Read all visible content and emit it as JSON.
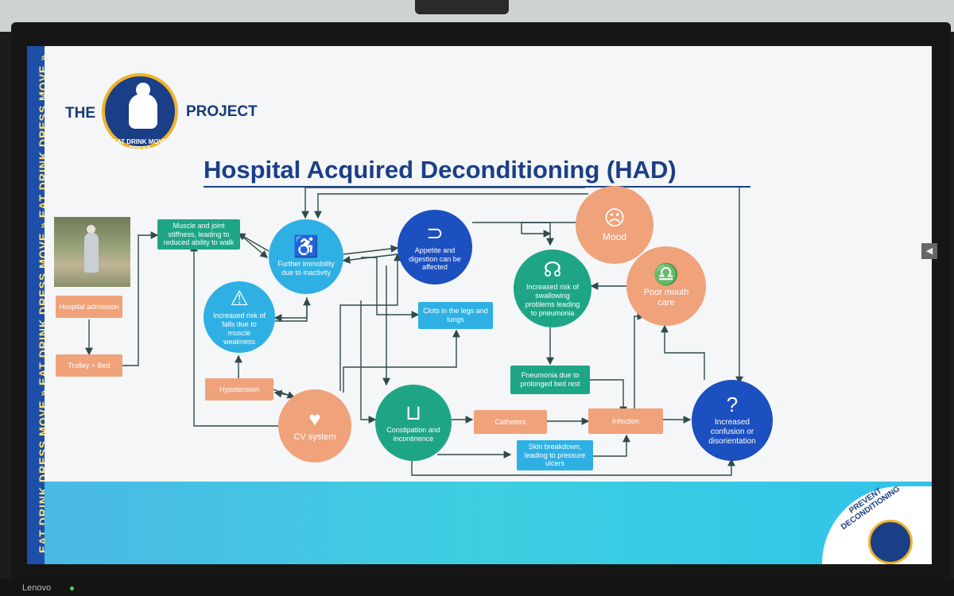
{
  "brand": {
    "the": "THE",
    "project": "PROJECT",
    "ring_text": "EAT DRINK MOVE DRESS",
    "side_stripe": "EAT DRINK DRESS MOVE » EAT DRINK DRESS MOVE » EAT DRINK DRESS MOVE »",
    "corner_line1": "PREVENT",
    "corner_line2": "DECONDITIONING"
  },
  "title": "Hospital Acquired Deconditioning (HAD)",
  "nodes": {
    "hospital_admission": "Hospital admission",
    "trolley_bed": "Trolley > Bed",
    "muscle_joint": "Muscle and joint stiffness, leading to reduced ability to walk",
    "immobility": "Further immobility due to inactivity",
    "appetite": "Appetite and digestion can be affected",
    "mood": "Mood",
    "swallowing": "Increased risk of swallowing problems leading to pneumonia",
    "mouth_care": "Poor mouth care",
    "falls": "Increased risk of falls due to muscle weakness",
    "clots": "Clots in the legs and lungs",
    "pneumonia": "Pneumonia due to prolonged bed rest",
    "hypotension": "Hypotension",
    "cv_system": "CV system",
    "constipation": "Constipation and incontinence",
    "catheters": "Catheters",
    "infection": "Infection",
    "confusion": "Increased confusion or disorientation",
    "skin": "Skin breakdown, leading to pressure ulcers"
  },
  "icons": {
    "immobility": "wheelchair-icon",
    "appetite": "stomach-icon",
    "mood": "sad-face-icon",
    "swallowing": "throat-icon",
    "mouth_care": "tooth-icon",
    "falls": "falling-person-icon",
    "cv_system": "heart-icon",
    "constipation": "toilet-icon",
    "confusion": "confused-person-icon"
  },
  "screen": {
    "bezel_brand": "Lenovo"
  },
  "colors": {
    "orange": "#f0a27a",
    "teal": "#1ea586",
    "sky": "#2fb0e4",
    "navy": "#1c4fbf",
    "title": "#1b3f86"
  }
}
